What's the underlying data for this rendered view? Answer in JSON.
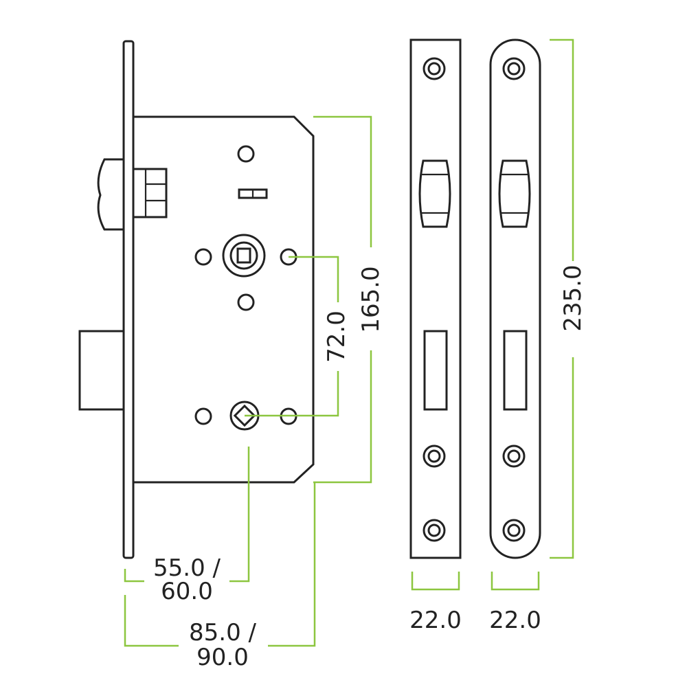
{
  "colors": {
    "line": "#222222",
    "dimension": "#8cc63f",
    "background": "#ffffff"
  },
  "dimensions": {
    "backset": {
      "line1": "55.0 /",
      "line2": "60.0"
    },
    "case_depth": {
      "line1": "85.0 /",
      "line2": "90.0"
    },
    "case_height": "165.0",
    "centres": "72.0",
    "forend_height": "235.0",
    "forend_square_width": "22.0",
    "forend_radius_width": "22.0"
  }
}
